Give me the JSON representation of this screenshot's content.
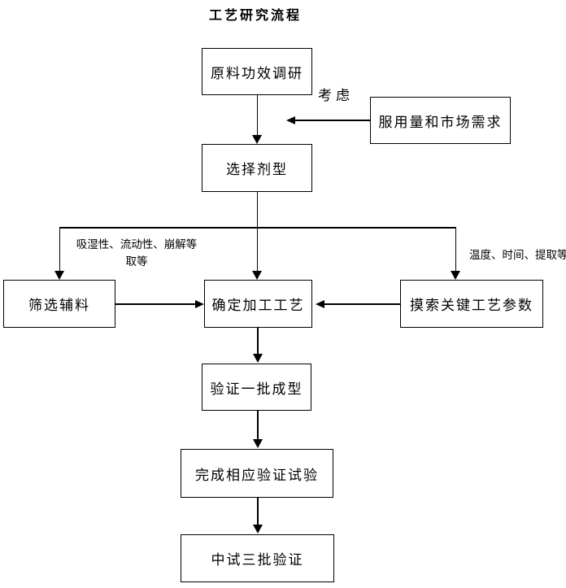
{
  "title": "工艺研究流程",
  "nodes": {
    "raw_material_research": {
      "label": "原料功效调研"
    },
    "dosage_market_demand": {
      "label": "服用量和市场需求"
    },
    "select_dosage_form": {
      "label": "选择剂型"
    },
    "screen_excipients": {
      "label": "筛选辅料"
    },
    "determine_process": {
      "label": "确定加工工艺"
    },
    "explore_parameters": {
      "label": "摸索关键工艺参数"
    },
    "verify_batch_forming": {
      "label": "验证一批成型"
    },
    "complete_verification": {
      "label": "完成相应验证试验"
    },
    "pilot_three_batches": {
      "label": "中试三批验证"
    }
  },
  "edge_labels": {
    "consider": "考虑",
    "left_branch_line1": "吸湿性、流动性、崩解等",
    "left_branch_line2": "取等",
    "right_branch": "温度、时间、提取等"
  },
  "colors": {
    "background": "#ffffff",
    "node_fill": "#ffffff",
    "node_border": "#000000",
    "line": "#000000",
    "text": "#000000"
  }
}
